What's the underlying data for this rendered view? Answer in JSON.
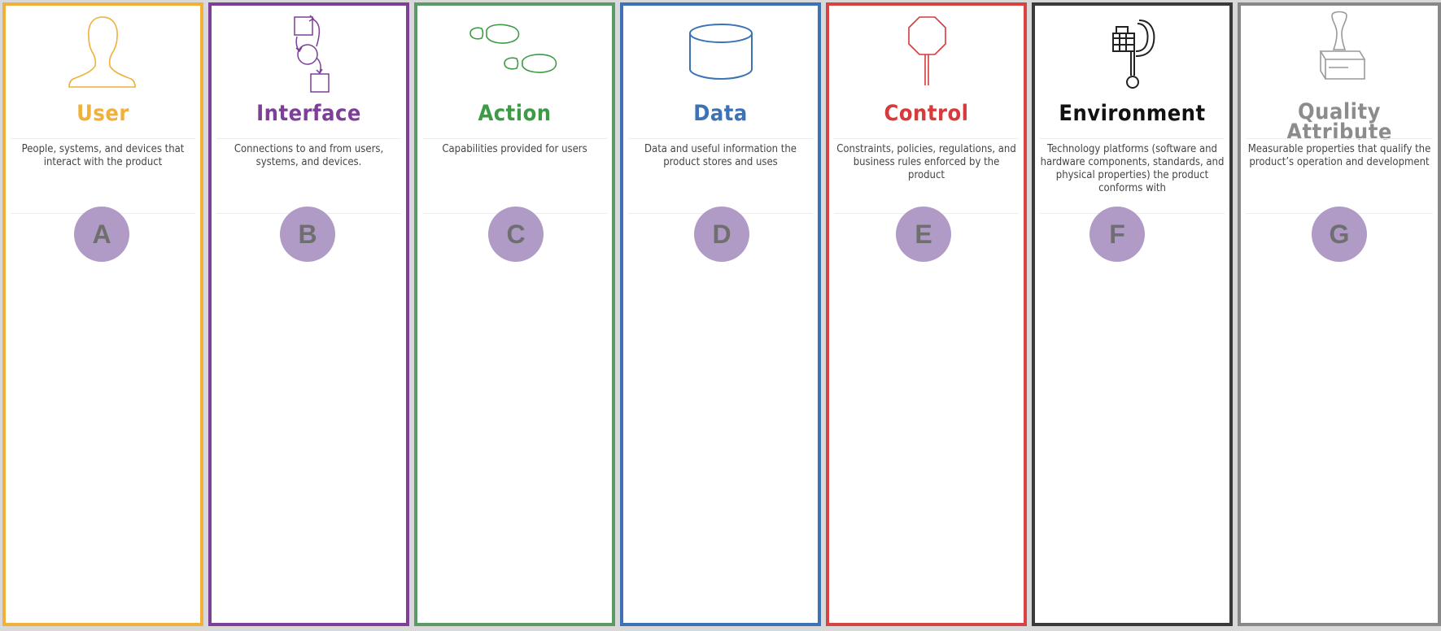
{
  "badge_color": "#b09ac6",
  "columns": [
    {
      "key": "user",
      "title": "User",
      "description": "People, systems, and devices that interact with the product",
      "letter": "A",
      "color": "#f0b03a",
      "icon": "user-head-icon"
    },
    {
      "key": "interface",
      "title": "Interface",
      "description": "Connections to and from users, systems, and devices.",
      "letter": "B",
      "color": "#7d3f98",
      "icon": "flow-shapes-icon"
    },
    {
      "key": "action",
      "title": "Action",
      "description": "Capabilities provided for users",
      "letter": "C",
      "color": "#3d9a45",
      "icon": "footprints-icon"
    },
    {
      "key": "data",
      "title": "Data",
      "description": "Data and useful information the product stores and uses",
      "letter": "D",
      "color": "#3d73b5",
      "icon": "database-cylinder-icon"
    },
    {
      "key": "control",
      "title": "Control",
      "description": "Constraints, policies, regulations, and business rules enforced by the product",
      "letter": "E",
      "color": "#d73a3a",
      "icon": "stop-sign-icon"
    },
    {
      "key": "environment",
      "title": "Environment",
      "description": "Technology platforms (software and hardware components, standards, and physical properties) the product conforms with",
      "letter": "F",
      "color": "#111111",
      "icon": "clamp-icon"
    },
    {
      "key": "quality",
      "title_line1": "Quality",
      "title_line2": "Attribute",
      "description": "Measurable  properties that qualify the product’s operation and development",
      "letter": "G",
      "color": "#8c8c8c",
      "icon": "rubber-stamp-icon"
    }
  ]
}
